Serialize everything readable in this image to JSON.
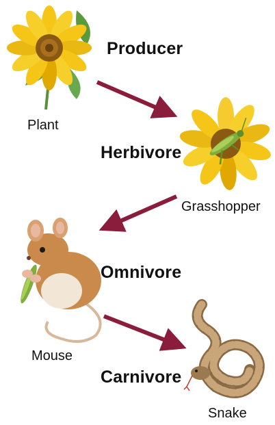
{
  "food_chain": [
    {
      "organism": "Plant",
      "role": "Producer",
      "icon": "sunflower-icon"
    },
    {
      "organism": "Grasshopper",
      "role": "Herbivore",
      "icon": "grasshopper-on-flower-icon"
    },
    {
      "organism": "Mouse",
      "role": "Omnivore",
      "icon": "mouse-icon"
    },
    {
      "organism": "Snake",
      "role": "Carnivore",
      "icon": "snake-icon"
    }
  ],
  "colors": {
    "arrow": "#8a1c3c",
    "petal": "#f5c518",
    "petal_dark": "#e0a800",
    "flower_center": "#8b5a12",
    "leaf": "#6aa84f",
    "mouse_fur": "#c98a4b",
    "snake": "#b08a5a"
  }
}
